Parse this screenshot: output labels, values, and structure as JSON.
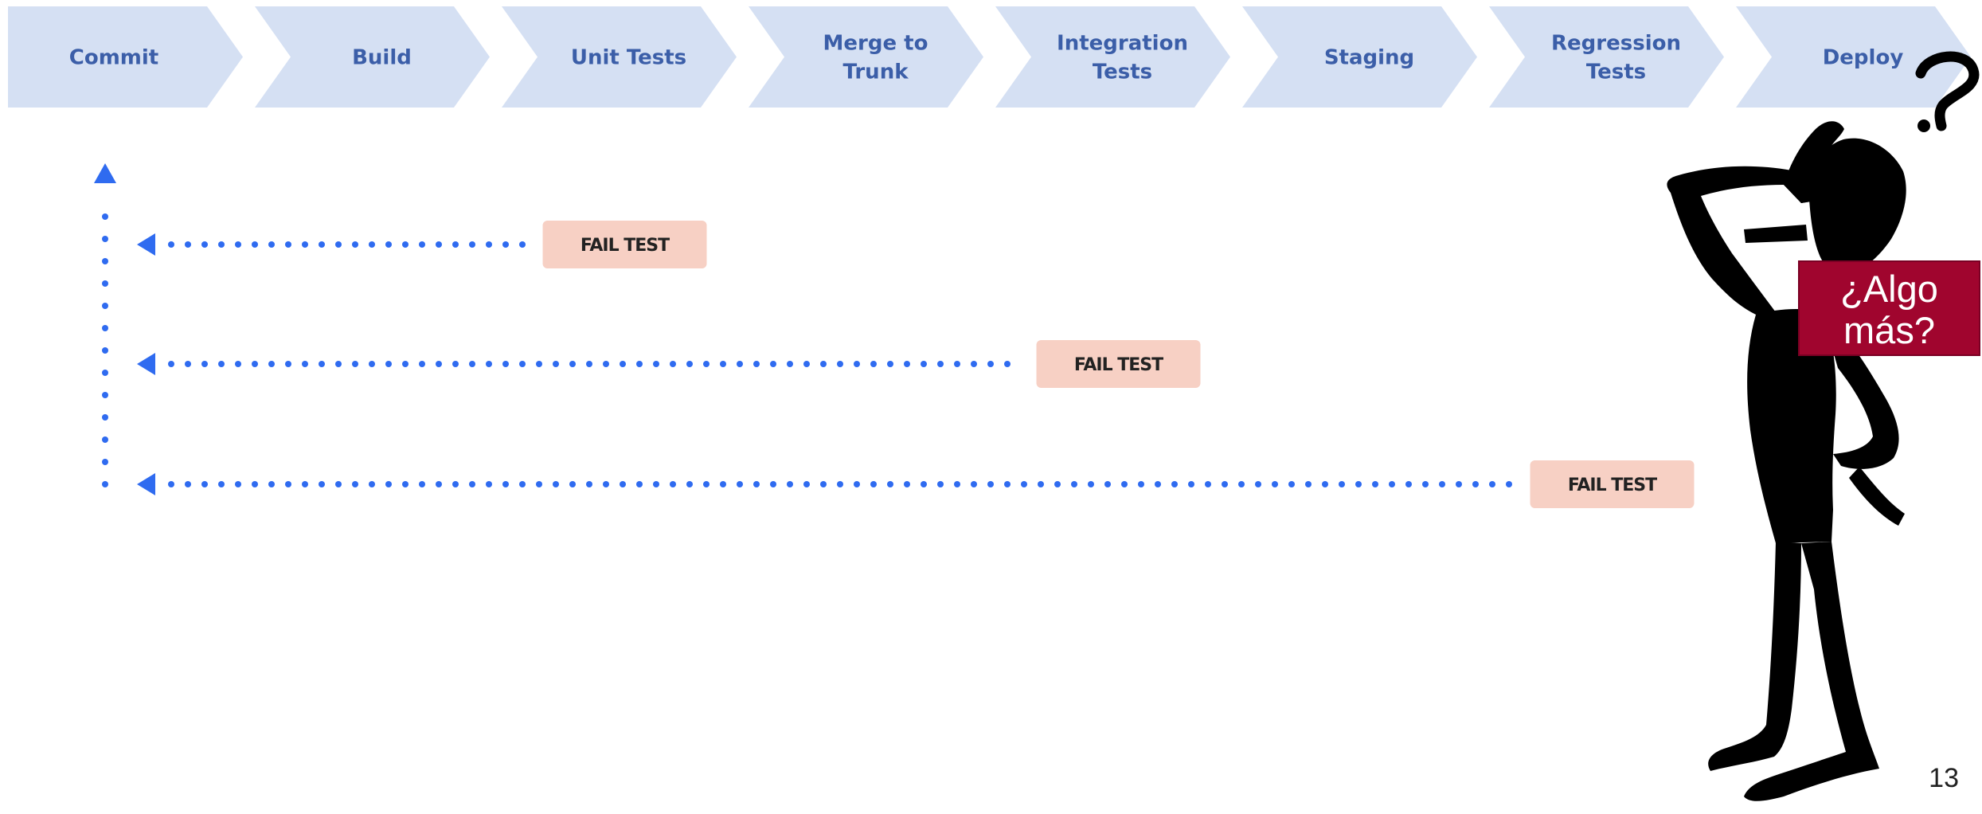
{
  "pipeline": {
    "stages": [
      {
        "lines": [
          "Commit"
        ]
      },
      {
        "lines": [
          "Build"
        ]
      },
      {
        "lines": [
          "Unit Tests"
        ]
      },
      {
        "lines": [
          "Merge to",
          "Trunk"
        ]
      },
      {
        "lines": [
          "Integration",
          "Tests"
        ]
      },
      {
        "lines": [
          "Staging"
        ]
      },
      {
        "lines": [
          "Regression",
          "Tests"
        ]
      },
      {
        "lines": [
          "Deploy"
        ]
      }
    ]
  },
  "failures": [
    {
      "label": "FAIL TEST",
      "stage": "Unit Tests"
    },
    {
      "label": "FAIL TEST",
      "stage": "Integration Tests"
    },
    {
      "label": "FAIL TEST",
      "stage": "Regression Tests"
    }
  ],
  "callout": {
    "line1": "¿Algo",
    "line2": "más?"
  },
  "figure": {
    "icon": "thinking-person-icon",
    "mark": "?"
  },
  "page_number": "13",
  "colors": {
    "stage_fill": "#d5e0f3",
    "stage_text": "#3b5ea8",
    "arrow": "#2f6bf0",
    "fail_badge": "#f7d0c4",
    "callout_bg": "#a0052e"
  }
}
